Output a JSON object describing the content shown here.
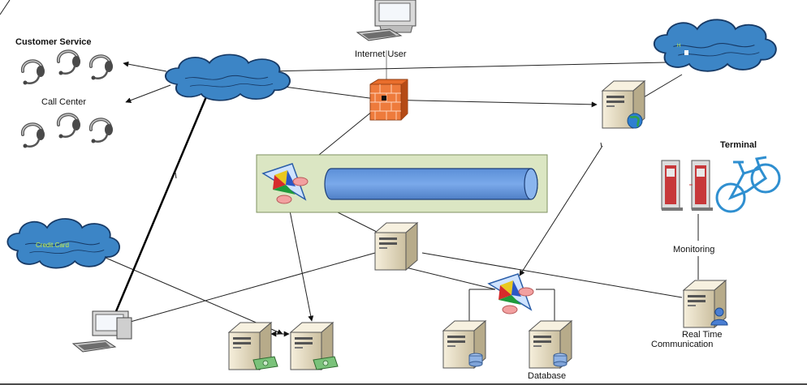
{
  "labels": {
    "customer_service": "Customer Service",
    "call_center": "Call Center",
    "internet_user": "Internet User",
    "terminal": "Terminal",
    "monitoring": "Monitoring",
    "real_time": "Real Time",
    "communication": "Communication",
    "database": "Database",
    "credit_card": "Credit Card"
  },
  "colors": {
    "cloud_fill": "#3c85c6",
    "cloud_stroke": "#173a66",
    "bus_panel": "#dbe6c3",
    "bus_panel_stroke": "#7f9260",
    "bus_cylinder": "#6d9ee0",
    "firewall": "#e96d2b",
    "server_body": "#ece2c8",
    "cloud_text": "#c8f04a"
  },
  "icons": {
    "headset": "headset-icon",
    "server": "server-icon",
    "desktop": "desktop-computer-icon",
    "firewall": "firewall-icon",
    "router": "router-icon",
    "cloud": "cloud-icon",
    "kiosk": "kiosk-terminal-icon",
    "bicycle": "bicycle-icon",
    "globe": "globe-icon",
    "cash": "cash-icon",
    "disk": "database-disk-icon",
    "user": "user-icon"
  }
}
